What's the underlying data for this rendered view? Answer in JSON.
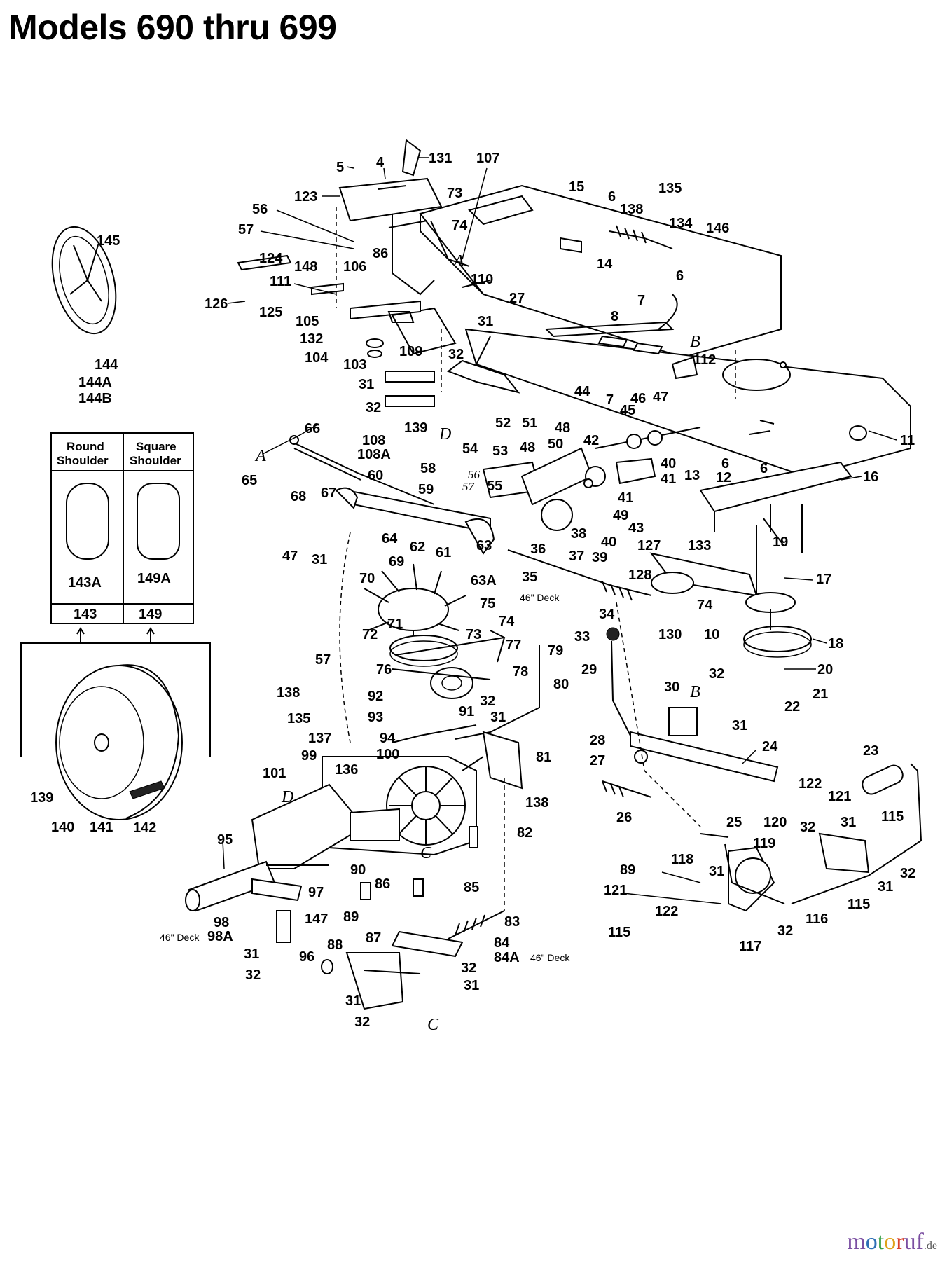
{
  "title": "Models 690 thru 699",
  "brand": {
    "name": "motoruf",
    "tld": ".de",
    "letters": [
      "m",
      "o",
      "t",
      "o",
      "r",
      "uf"
    ]
  },
  "callouts": {
    "n5": "5",
    "n4": "4",
    "n131": "131",
    "n107": "107",
    "n123": "123",
    "n73a": "73",
    "n56": "56",
    "n74a": "74",
    "n57a": "57",
    "n86a": "86",
    "n124": "124",
    "n148": "148",
    "n106": "106",
    "n111": "111",
    "n110": "110",
    "n27a": "27",
    "n126": "126",
    "n125": "125",
    "n105": "105",
    "n31a": "31",
    "n132": "132",
    "n109": "109",
    "n104": "104",
    "n32a": "32",
    "n103": "103",
    "n31b": "31",
    "n32b": "32",
    "n139a": "139",
    "n108": "108",
    "n108A": "108A",
    "n15": "15",
    "n6a": "6",
    "n138a": "138",
    "n135a": "135",
    "n134": "134",
    "n146": "146",
    "n14": "14",
    "n6b": "6",
    "n7a": "7",
    "n8": "8",
    "n112": "112",
    "n145": "145",
    "n144": "144",
    "n144A": "144A",
    "n144B": "144B",
    "n66": "66",
    "n65": "65",
    "n68": "68",
    "n67": "67",
    "n60": "60",
    "n58": "58",
    "n59": "59",
    "n47a": "47",
    "n31c": "31",
    "n64": "64",
    "n62": "62",
    "n61": "61",
    "n63": "63",
    "n63A": "63A",
    "n52": "52",
    "n51": "51",
    "n48a": "48",
    "n54": "54",
    "n53": "53",
    "n48b": "48",
    "n50": "50",
    "n56b": "56",
    "n57b": "57",
    "n55": "55",
    "n36": "36",
    "n37": "37",
    "n38": "38",
    "n39": "39",
    "n35": "35",
    "n44": "44",
    "n7b": "7",
    "n46": "46",
    "n47b": "47",
    "n45": "45",
    "n42": "42",
    "n40a": "40",
    "n41a": "41",
    "n13": "13",
    "n12": "12",
    "n6c": "6",
    "n6d": "6",
    "n11": "11",
    "n41b": "41",
    "n49": "49",
    "n40b": "40",
    "n43": "43",
    "n16": "16",
    "n19": "19",
    "n17": "17",
    "n127": "127",
    "n133": "133",
    "n128": "128",
    "n74b": "74",
    "n130": "130",
    "n10": "10",
    "n18": "18",
    "n20": "20",
    "n21": "21",
    "n22": "22",
    "n34": "34",
    "n33": "33",
    "n29": "29",
    "n69": "69",
    "n70": "70",
    "n75": "75",
    "n71": "71",
    "n72": "72",
    "n73b": "73",
    "n74c": "74",
    "n77": "77",
    "n79": "79",
    "n76": "76",
    "n78": "78",
    "n80": "80",
    "n57c": "57",
    "n138b": "138",
    "n92": "92",
    "n135b": "135",
    "n93": "93",
    "n91": "91",
    "n32c": "32",
    "n31d": "31",
    "n137": "137",
    "n94": "94",
    "n100": "100",
    "n81": "81",
    "n99": "99",
    "n136": "136",
    "n101": "101",
    "n138c": "138",
    "n82": "82",
    "n95": "95",
    "n90": "90",
    "n86b": "86",
    "n85": "85",
    "n97": "97",
    "n89a": "89",
    "n147": "147",
    "n98": "98",
    "n98A": "98A",
    "n83": "83",
    "n87": "87",
    "n84": "84",
    "n84A": "84A",
    "n31e": "31",
    "n88": "88",
    "n96": "96",
    "n32d": "32",
    "n32e": "32",
    "n31f": "31",
    "n31g": "31",
    "n32f": "32",
    "n30": "30",
    "n32g": "32",
    "n31h": "31",
    "n28": "28",
    "n24": "24",
    "n27b": "27",
    "n26": "26",
    "n23": "23",
    "n122a": "122",
    "n121a": "121",
    "n115a": "115",
    "n25": "25",
    "n120": "120",
    "n32h": "32",
    "n31i": "31",
    "n119": "119",
    "n32i": "32",
    "n31j": "31",
    "n89b": "89",
    "n118": "118",
    "n31k": "31",
    "n121b": "121",
    "n115b": "115",
    "n116": "116",
    "n122b": "122",
    "n32j": "32",
    "n115c": "115",
    "n117": "117",
    "n139b": "139",
    "n140": "140",
    "n141": "141",
    "n142": "142",
    "n143": "143",
    "n149": "149",
    "n143A": "143A",
    "n149A": "149A"
  },
  "letters": {
    "A1": "A",
    "A2": "A",
    "B1": "B",
    "B2": "B",
    "C1": "C",
    "C2": "C",
    "D1": "D",
    "D2": "D"
  },
  "notes": {
    "deck1": "46\" Deck",
    "deck2": "46\" Deck",
    "deck3": "46\" Deck"
  },
  "tire_box": {
    "col1_header_1": "Round",
    "col1_header_2": "Shoulder",
    "col2_header_1": "Square",
    "col2_header_2": "Shoulder"
  }
}
